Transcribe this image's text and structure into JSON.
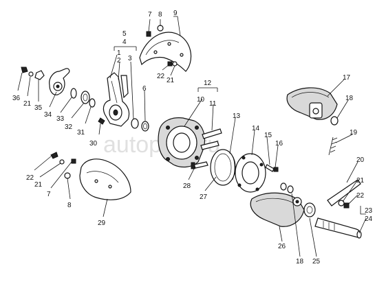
{
  "watermark": "autopiter.ru",
  "labels": {
    "l1": "1",
    "l2": "2",
    "l3": "3",
    "l4": "4",
    "l5": "5",
    "l6": "6",
    "l7a": "7",
    "l7b": "7",
    "l8a": "8",
    "l8b": "8",
    "l9": "9",
    "l10": "10",
    "l11": "11",
    "l12": "12",
    "l13": "13",
    "l14": "14",
    "l15": "15",
    "l16": "16",
    "l17": "17",
    "l18a": "18",
    "l18b": "18",
    "l19": "19",
    "l20": "20",
    "l21a": "21",
    "l21b": "21",
    "l21c": "21",
    "l21d": "21",
    "l22a": "22",
    "l22b": "22",
    "l22c": "22",
    "l23": "23",
    "l24": "24",
    "l25": "25",
    "l26": "26",
    "l27": "27",
    "l28": "28",
    "l29": "29",
    "l30": "30",
    "l31": "31",
    "l32": "32",
    "l33": "33",
    "l34": "34",
    "l35": "35",
    "l36": "36"
  }
}
